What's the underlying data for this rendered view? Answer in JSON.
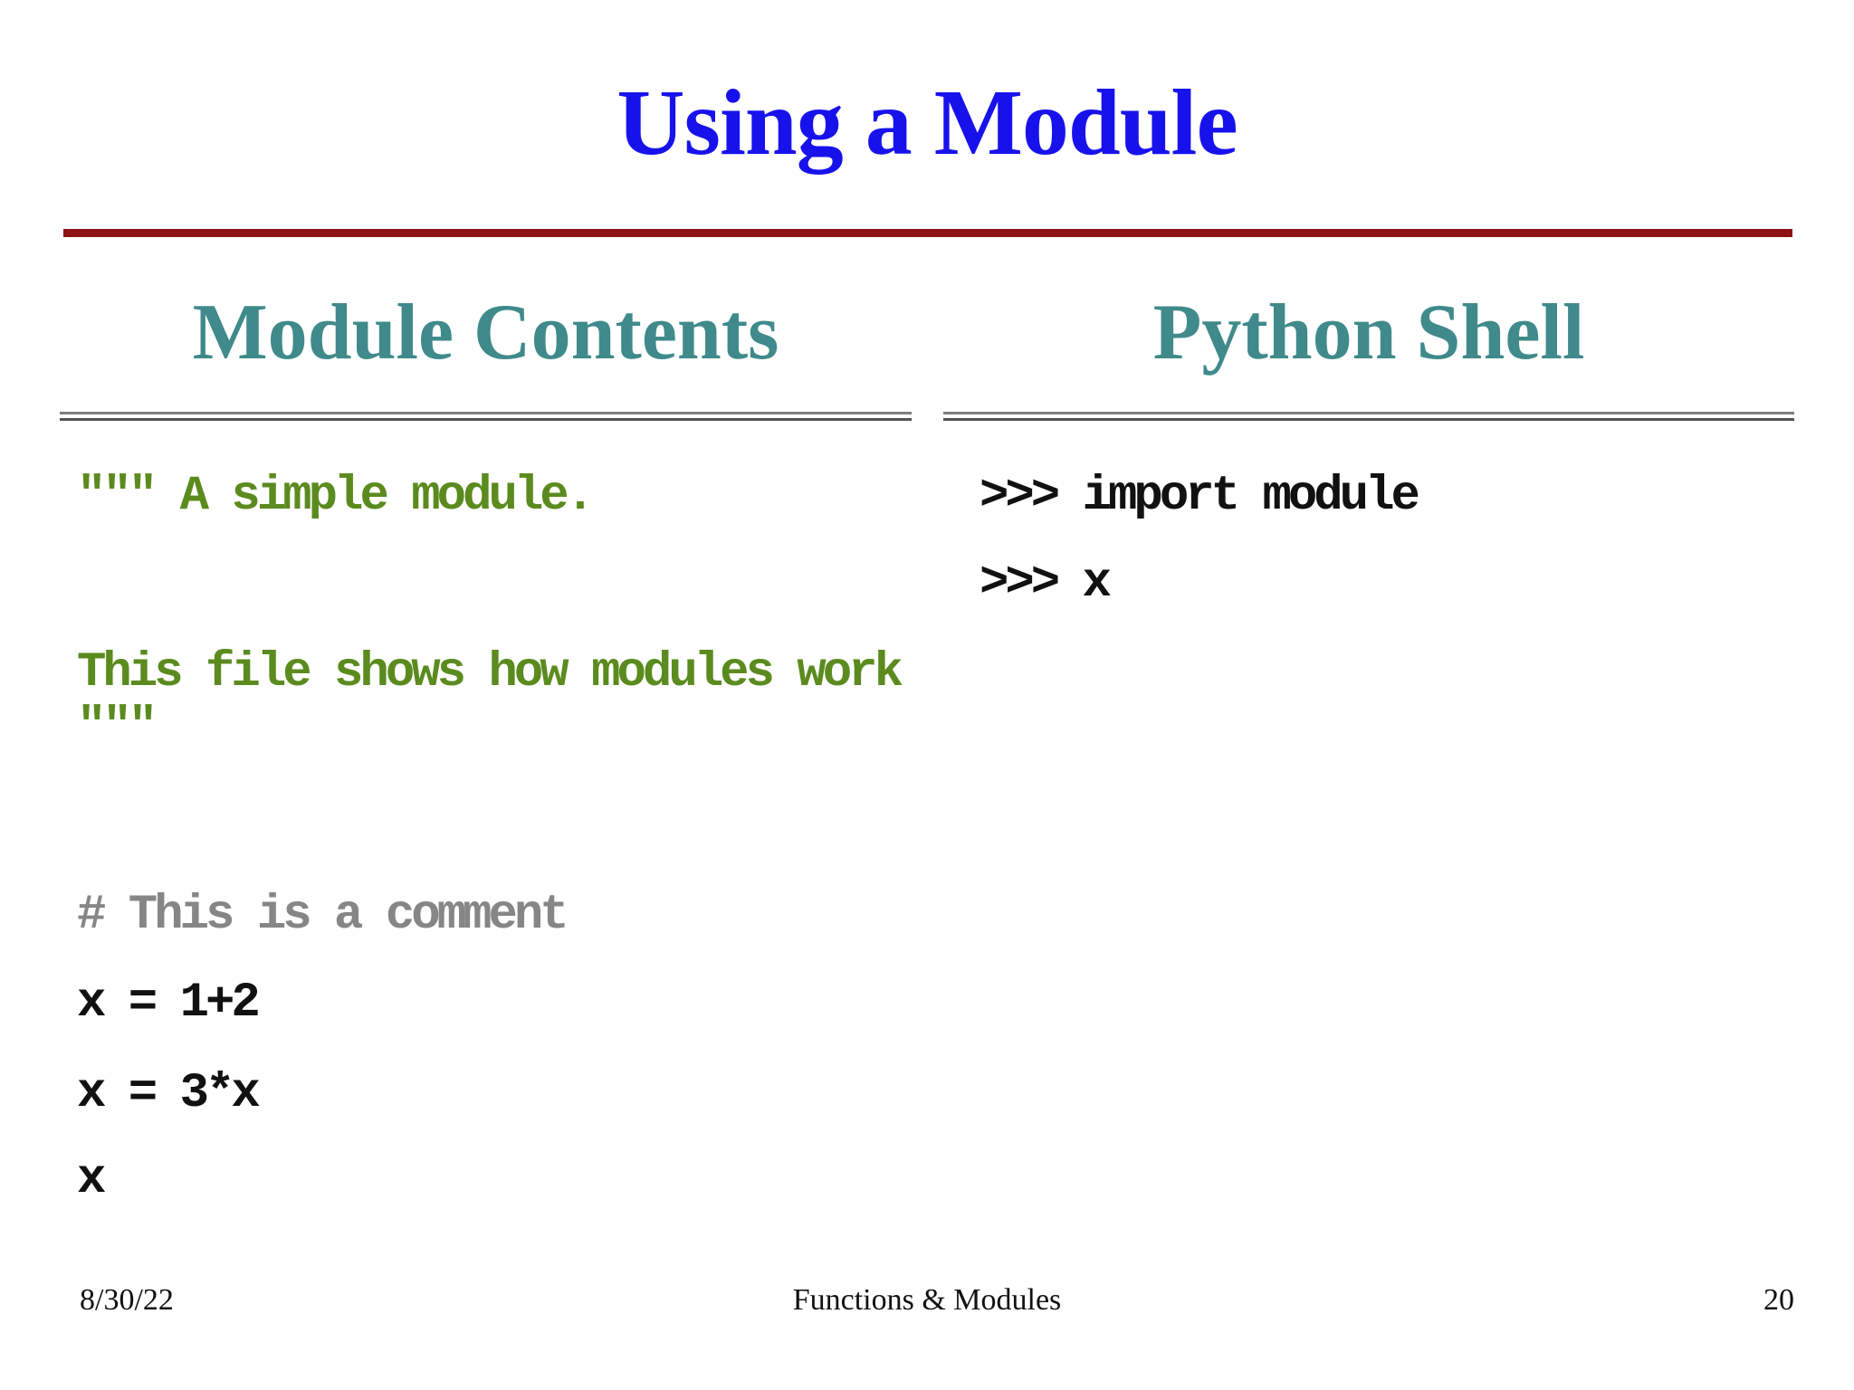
{
  "slide": {
    "title": "Using a Module",
    "columns": [
      {
        "header": "Module Contents",
        "lines": [
          {
            "text": "\"\"\" A simple module.",
            "role": "docstring-open"
          },
          {
            "text": "This file shows how modules work",
            "role": "docstring-body"
          },
          {
            "text": "\"\"\"",
            "role": "docstring-close"
          },
          {
            "text": "# This is a comment",
            "role": "comment"
          },
          {
            "text": "x = 1+2",
            "role": "statement"
          },
          {
            "text": "x = 3*x",
            "role": "statement"
          },
          {
            "text": "x",
            "role": "expression"
          }
        ]
      },
      {
        "header": "Python Shell",
        "lines": [
          {
            "text": ">>> import module",
            "role": "shell-input"
          },
          {
            "text": ">>> x",
            "role": "shell-input"
          }
        ]
      }
    ],
    "footer": {
      "date": "8/30/22",
      "center": "Functions & Modules",
      "page_number": "20"
    }
  },
  "colors": {
    "title_blue": "#1712EC",
    "rule_red": "#8E1212",
    "header_teal": "#408A8B",
    "code_green": "#5B8B1F",
    "comment_gray": "#868686",
    "code_black": "#111111",
    "double_rule_gray": "#7E7E7E"
  }
}
